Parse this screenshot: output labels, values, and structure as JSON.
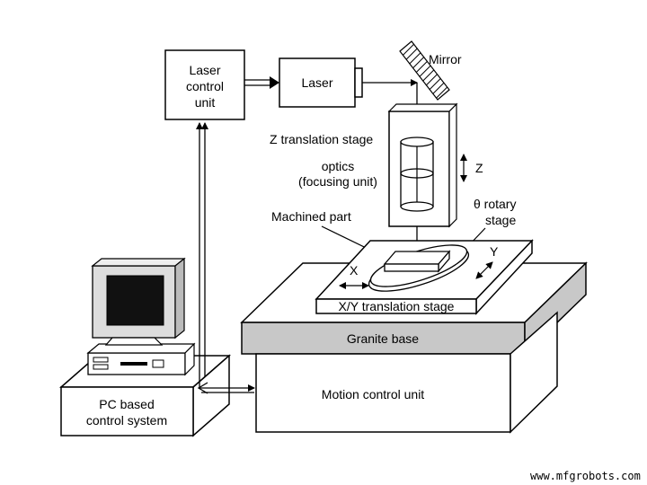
{
  "labels": {
    "laser_control_unit": [
      "Laser",
      "control",
      "unit"
    ],
    "laser": "Laser",
    "mirror": "Mirror",
    "z_translation_stage": "Z translation stage",
    "optics": [
      "optics",
      "(focusing unit)"
    ],
    "z_axis": "Z",
    "theta_rotary_stage": [
      "θ rotary",
      "stage"
    ],
    "machined_part": "Machined part",
    "x_axis": "X",
    "y_axis": "Y",
    "xy_translation_stage": "X/Y translation stage",
    "granite_base": "Granite base",
    "motion_control_unit": "Motion control unit",
    "pc_based_control_system": [
      "PC based",
      "control system"
    ]
  },
  "watermark": "www.mfgrobots.com",
  "colors": {
    "granite": "#c8c8c8",
    "stroke": "#000000",
    "screen": "#111111",
    "monitor": "#dddddd"
  }
}
